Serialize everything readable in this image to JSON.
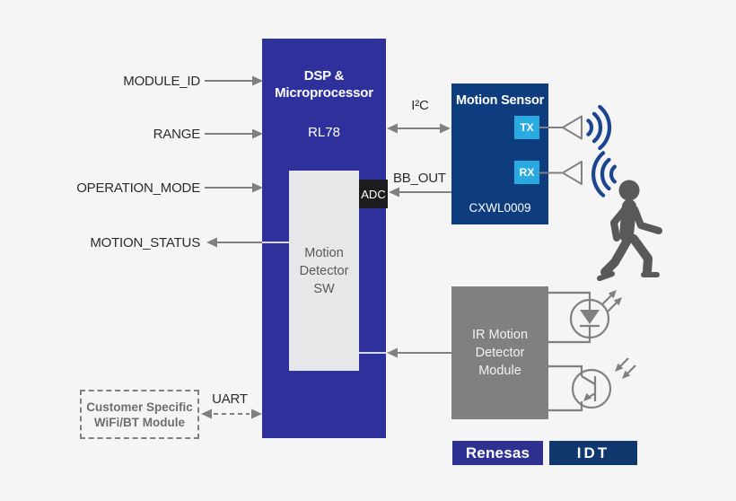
{
  "blocks": {
    "dsp": {
      "title": "DSP &\nMicroprocessor",
      "part": "RL78"
    },
    "motion_detector_sw": {
      "label": "Motion\nDetector\nSW"
    },
    "adc": {
      "label": "ADC"
    },
    "motion_sensor": {
      "title": "Motion Sensor",
      "tx_label": "TX",
      "rx_label": "RX",
      "part": "CXWL0009"
    },
    "ir_module": {
      "label": "IR Motion\nDetector\nModule"
    },
    "customer_module": {
      "label": "Customer Specific\nWiFi/BT Module"
    }
  },
  "signals": {
    "module_id": "MODULE_ID",
    "range": "RANGE",
    "operation_mode": "OPERATION_MODE",
    "motion_status": "MOTION_STATUS",
    "uart": "UART",
    "i2c": "I²C",
    "bb_out": "BB_OUT"
  },
  "logos": {
    "renesas": "Renesas",
    "idt": "IDT"
  },
  "icons": {
    "tx_antenna": "antenna-icon",
    "rx_antenna": "antenna-icon",
    "tx_waves": "rf-waves-out-icon",
    "rx_waves": "rf-waves-in-icon",
    "person": "walking-person-icon",
    "ir_emitter": "ir-led-emitter-icon",
    "ir_receiver": "ir-photodetector-icon"
  },
  "colors": {
    "bg": "#f5f5f6",
    "dsp": "#2e319c",
    "sensor": "#0d3d7e",
    "txrx": "#29abe2",
    "ir": "#808080",
    "adc": "#1d1d1f",
    "swbox": "#e6e7e8",
    "swtext": "#58595b",
    "renesas": "#2e3192",
    "idt": "#10386f",
    "line": "#808080",
    "lightline": "#d8d9ec",
    "wave": "#1c4590",
    "person": "#58595b",
    "label": "#2b2a2e",
    "customer_text": "#6d6e71"
  }
}
